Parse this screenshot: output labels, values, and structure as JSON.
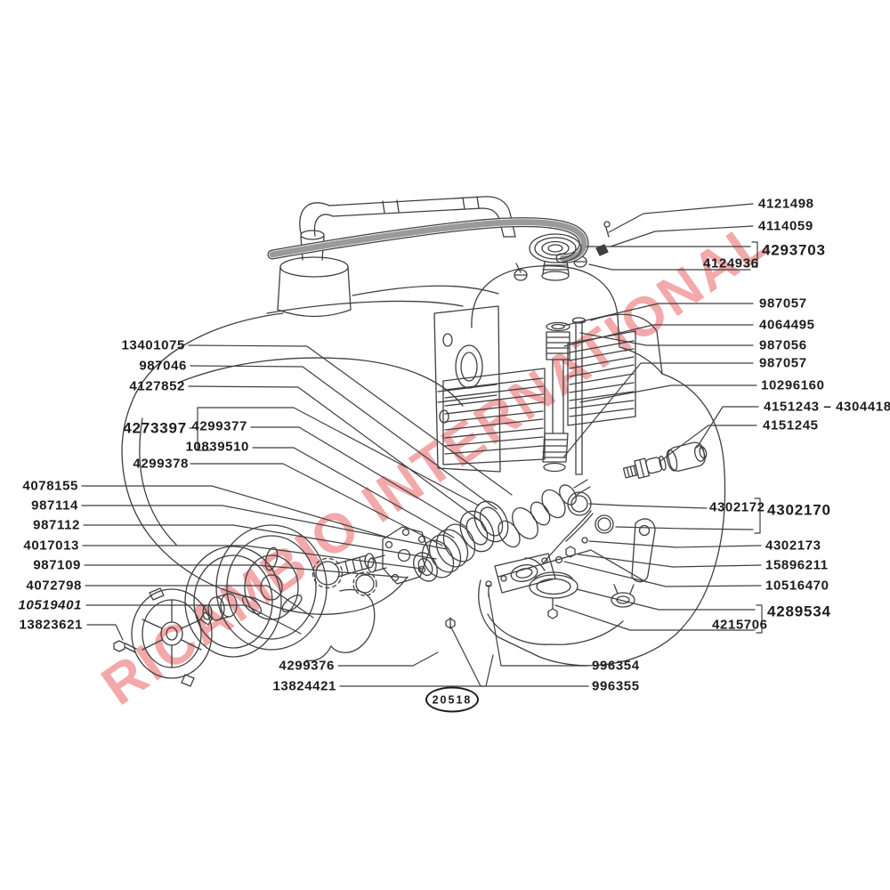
{
  "watermark": "RICAMBIO INTERNATIONAL",
  "table_number": "20518",
  "parts": {
    "r1": "4121498",
    "r2": "4114059",
    "r3": "4293703",
    "r4": "4124936",
    "r5": "987057",
    "r6": "4064495",
    "r7": "987056",
    "r8": "987057",
    "r9": "10296160",
    "r10": "4151243 – 4304418",
    "r11": "4151245",
    "r12": "4302172",
    "r13": "4302170",
    "r14": "4302173",
    "r15": "15896211",
    "r16": "10516470",
    "r17": "4289534",
    "r18": "4215706",
    "r19": "996354",
    "r20": "996355",
    "l1": "13401075",
    "l2": "987046",
    "l3": "4127852",
    "l4": "4273397",
    "l5": "4299377",
    "l6": "10839510",
    "l7": "4299378",
    "l8": "4078155",
    "l9": "987114",
    "l10": "987112",
    "l11": "4017013",
    "l12": "987109",
    "l13": "4072798",
    "l14": "10519401",
    "l15": "13823621",
    "l16": "4299376",
    "l17": "13824421"
  }
}
